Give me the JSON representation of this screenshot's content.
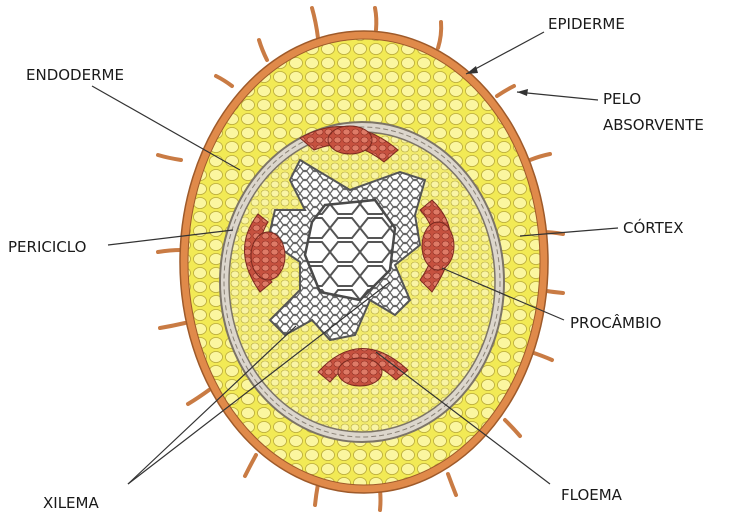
{
  "labels": {
    "epiderme": "EPIDERME",
    "pelo_absorvente_1": "PELO",
    "pelo_absorvente_2": "ABSORVENTE",
    "endoderme": "ENDODERME",
    "periciclo": "PERICICLO",
    "cortex": "CÓRTEX",
    "procambio": "PROCÂMBIO",
    "xilema": "XILEMA",
    "floema": "FLOEMA"
  },
  "colors": {
    "epidermis": "#e08a4a",
    "root_hair": "#d9864a",
    "cortex_fill": "#f4ee62",
    "cortex_cell": "#fbf7a8",
    "endodermis": "#d8d2cc",
    "stele_fill": "#f6f07a",
    "phloem": "#c9584a",
    "xylem_outline": "#6b6b6b",
    "line": "#333333"
  }
}
